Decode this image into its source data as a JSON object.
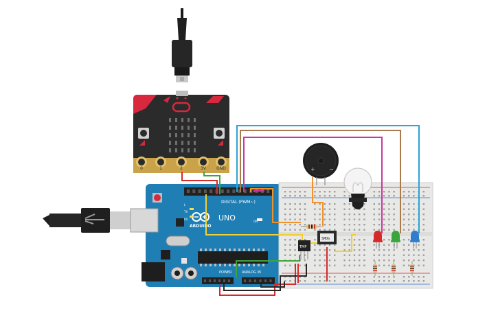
{
  "microbit": {
    "pins": [
      "0",
      "1",
      "2",
      "3V",
      "GND"
    ]
  },
  "arduino": {
    "logo": "ARDUINO",
    "model": "UNO",
    "digital_label": "DIGITAL (PWM~)",
    "power_label": "POWER",
    "analog_label": "ANALOG IN",
    "tx_label": "TX",
    "rx_label": "RX",
    "l_label": "L",
    "on_label": "ON"
  },
  "components": {
    "tmp_label": "TMP",
    "sensor_label": "SMOG",
    "buzzer_plus": "+",
    "buzzer_minus": "−"
  },
  "colors": {
    "microbit_body": "#2b2b2b",
    "microbit_accent": "#d7283d",
    "arduino_board": "#1f7fb5",
    "breadboard": "#e8e8e6",
    "wire_blue": "#2ba3d4",
    "wire_brown": "#a9794c",
    "wire_magenta": "#c8389c",
    "wire_orange": "#f0932b",
    "wire_yellow": "#f2cf33",
    "wire_red": "#d42a2a",
    "wire_green": "#3fa43b",
    "wire_black": "#262626",
    "led_red": "#d42a2a",
    "led_green": "#38a63a",
    "led_blue": "#2f7dcc"
  }
}
